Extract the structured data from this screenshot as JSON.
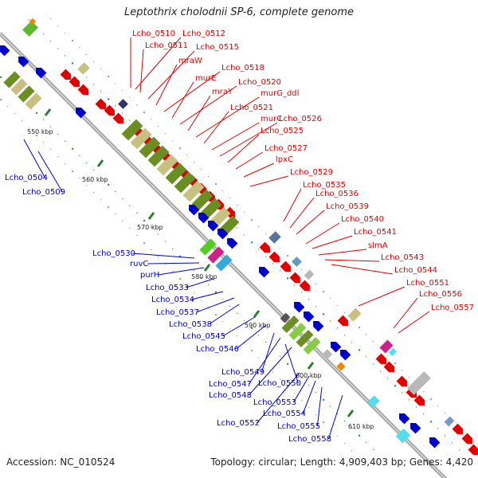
{
  "title": "Leptothrix cholodnii SP-6, complete genome",
  "footer": {
    "accession": "Accession: NC_010524",
    "summary": "Topology: circular; Length: 4,909,403 bp; Genes: 4,420"
  },
  "scale_labels": [
    "550 kbp",
    "560 kbp",
    "570 kbp",
    "580 kbp",
    "590 kbp",
    "600 kbp",
    "610 kbp"
  ],
  "red_genes": [
    "Lcho_0510",
    "Lcho_0512",
    "Lcho_0511",
    "Lcho_0515",
    "mraW",
    "Lcho_0518",
    "murE",
    "Lcho_0520",
    "mraY",
    "murG_ddl",
    "Lcho_0521",
    "murC",
    "Lcho_0526",
    "Lcho_0525",
    "Lcho_0527",
    "lpxC",
    "Lcho_0529",
    "Lcho_0535",
    "Lcho_0536",
    "Lcho_0539",
    "Lcho_0540",
    "Lcho_0541",
    "slmA",
    "Lcho_0543",
    "Lcho_0544",
    "Lcho_0551",
    "Lcho_0556",
    "Lcho_0557"
  ],
  "blue_genes": [
    "Lcho_0504",
    "Lcho_0509",
    "Lcho_0530",
    "ruvC",
    "purH",
    "Lcho_0533",
    "Lcho_0534",
    "Lcho_0537",
    "Lcho_0538",
    "Lcho_0545",
    "Lcho_0546",
    "Lcho_0549",
    "Lcho_0547",
    "Lcho_0550",
    "Lcho_0548",
    "Lcho_0553",
    "Lcho_0554",
    "Lcho_0552",
    "Lcho_0555",
    "Lcho_0558"
  ],
  "colors": {
    "forward_gene": "#e00000",
    "reverse_gene": "#0000cc",
    "backbone": "#a6a6a6",
    "cog_olive": "#6b8e23",
    "cog_khaki": "#c8c080",
    "cog_grey": "#b8b8b8"
  }
}
